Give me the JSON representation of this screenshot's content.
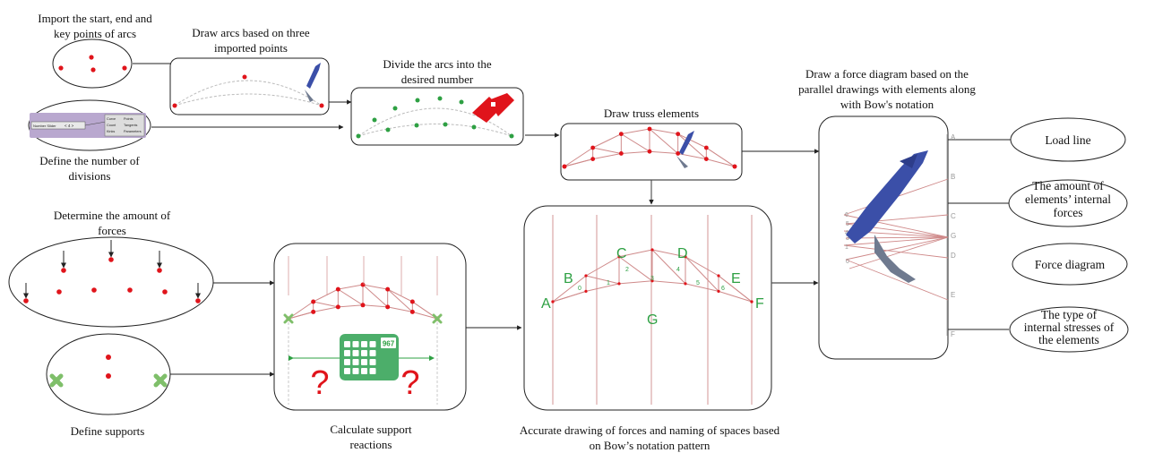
{
  "captions": {
    "import_points": [
      "Import the start, end and",
      "key points of arcs"
    ],
    "define_divisions": [
      "Define the number of",
      "divisions"
    ],
    "draw_arcs": [
      "Draw arcs based on three",
      "imported points"
    ],
    "divide_arcs": [
      "Divide the arcs into the",
      "desired number"
    ],
    "draw_truss": "Draw truss elements",
    "force_diagram_step": [
      "Draw a force diagram based on the",
      "parallel drawings with elements along",
      "with Bow's notation"
    ],
    "determine_forces": [
      "Determine the amount of",
      "forces"
    ],
    "define_supports": "Define supports",
    "calc_reactions": [
      "Calculate support",
      "reactions"
    ],
    "bows_notation": [
      "Accurate drawing of forces and naming of spaces based",
      "on Bow’s notation pattern"
    ]
  },
  "outputs": {
    "load_line": "Load line",
    "internal_forces": [
      "The amount of",
      "elements’ internal",
      "forces"
    ],
    "force_diagram": "Force diagram",
    "internal_stresses": [
      "The type of",
      "internal stresses of",
      "the elements"
    ]
  },
  "slider_panel": {
    "name_label": "Number Slider",
    "value": "< 4 >",
    "col1": [
      "Curve",
      "Count",
      "Kinks"
    ],
    "col2": [
      "Points",
      "Tangents",
      "Parameters"
    ]
  },
  "calculator_display": "967",
  "bow_notation": {
    "space_labels": [
      "A",
      "B",
      "C",
      "D",
      "E",
      "F",
      "G"
    ],
    "panel_numbers": [
      "0",
      "1",
      "2",
      "3",
      "4",
      "5",
      "6"
    ]
  },
  "force_polygon": {
    "load_line_labels": [
      "A",
      "B",
      "C",
      "G",
      "D",
      "E",
      "F"
    ],
    "node_labels": [
      "6",
      "5",
      "4",
      "3",
      "1",
      "0"
    ]
  },
  "colors": {
    "stroke": "#222222",
    "red": "#e0141b",
    "green": "#2ea043",
    "truss_line": "#cf8a8a",
    "pen_blue": "#3b4fa8",
    "slider_purple": "#b9a8cf"
  }
}
